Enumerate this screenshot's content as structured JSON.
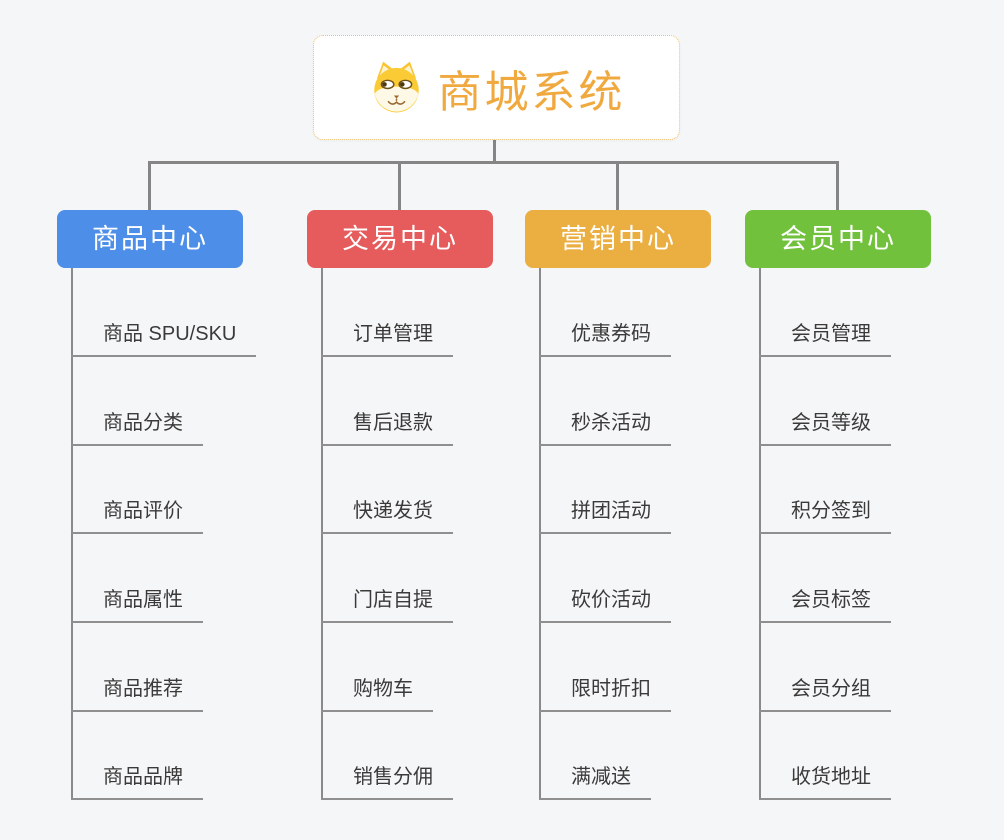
{
  "root": {
    "title": "商城系统",
    "icon": "dog-face-icon",
    "title_color": "#F0A93F"
  },
  "colors": {
    "connector": "#858585",
    "product_center": "#4D8FE8",
    "trade_center": "#E65B5B",
    "marketing_center": "#EBAE41",
    "member_center": "#72C13C"
  },
  "branches": [
    {
      "label": "商品中心",
      "color": "#4D8FE8",
      "items": [
        "商品 SPU/SKU",
        "商品分类",
        "商品评价",
        "商品属性",
        "商品推荐",
        "商品品牌"
      ]
    },
    {
      "label": "交易中心",
      "color": "#E65B5B",
      "items": [
        "订单管理",
        "售后退款",
        "快递发货",
        "门店自提",
        "购物车",
        "销售分佣"
      ]
    },
    {
      "label": "营销中心",
      "color": "#EBAE41",
      "items": [
        "优惠券码",
        "秒杀活动",
        "拼团活动",
        "砍价活动",
        "限时折扣",
        "满减送"
      ]
    },
    {
      "label": "会员中心",
      "color": "#72C13C",
      "items": [
        "会员管理",
        "会员等级",
        "积分签到",
        "会员标签",
        "会员分组",
        "收货地址"
      ]
    }
  ]
}
